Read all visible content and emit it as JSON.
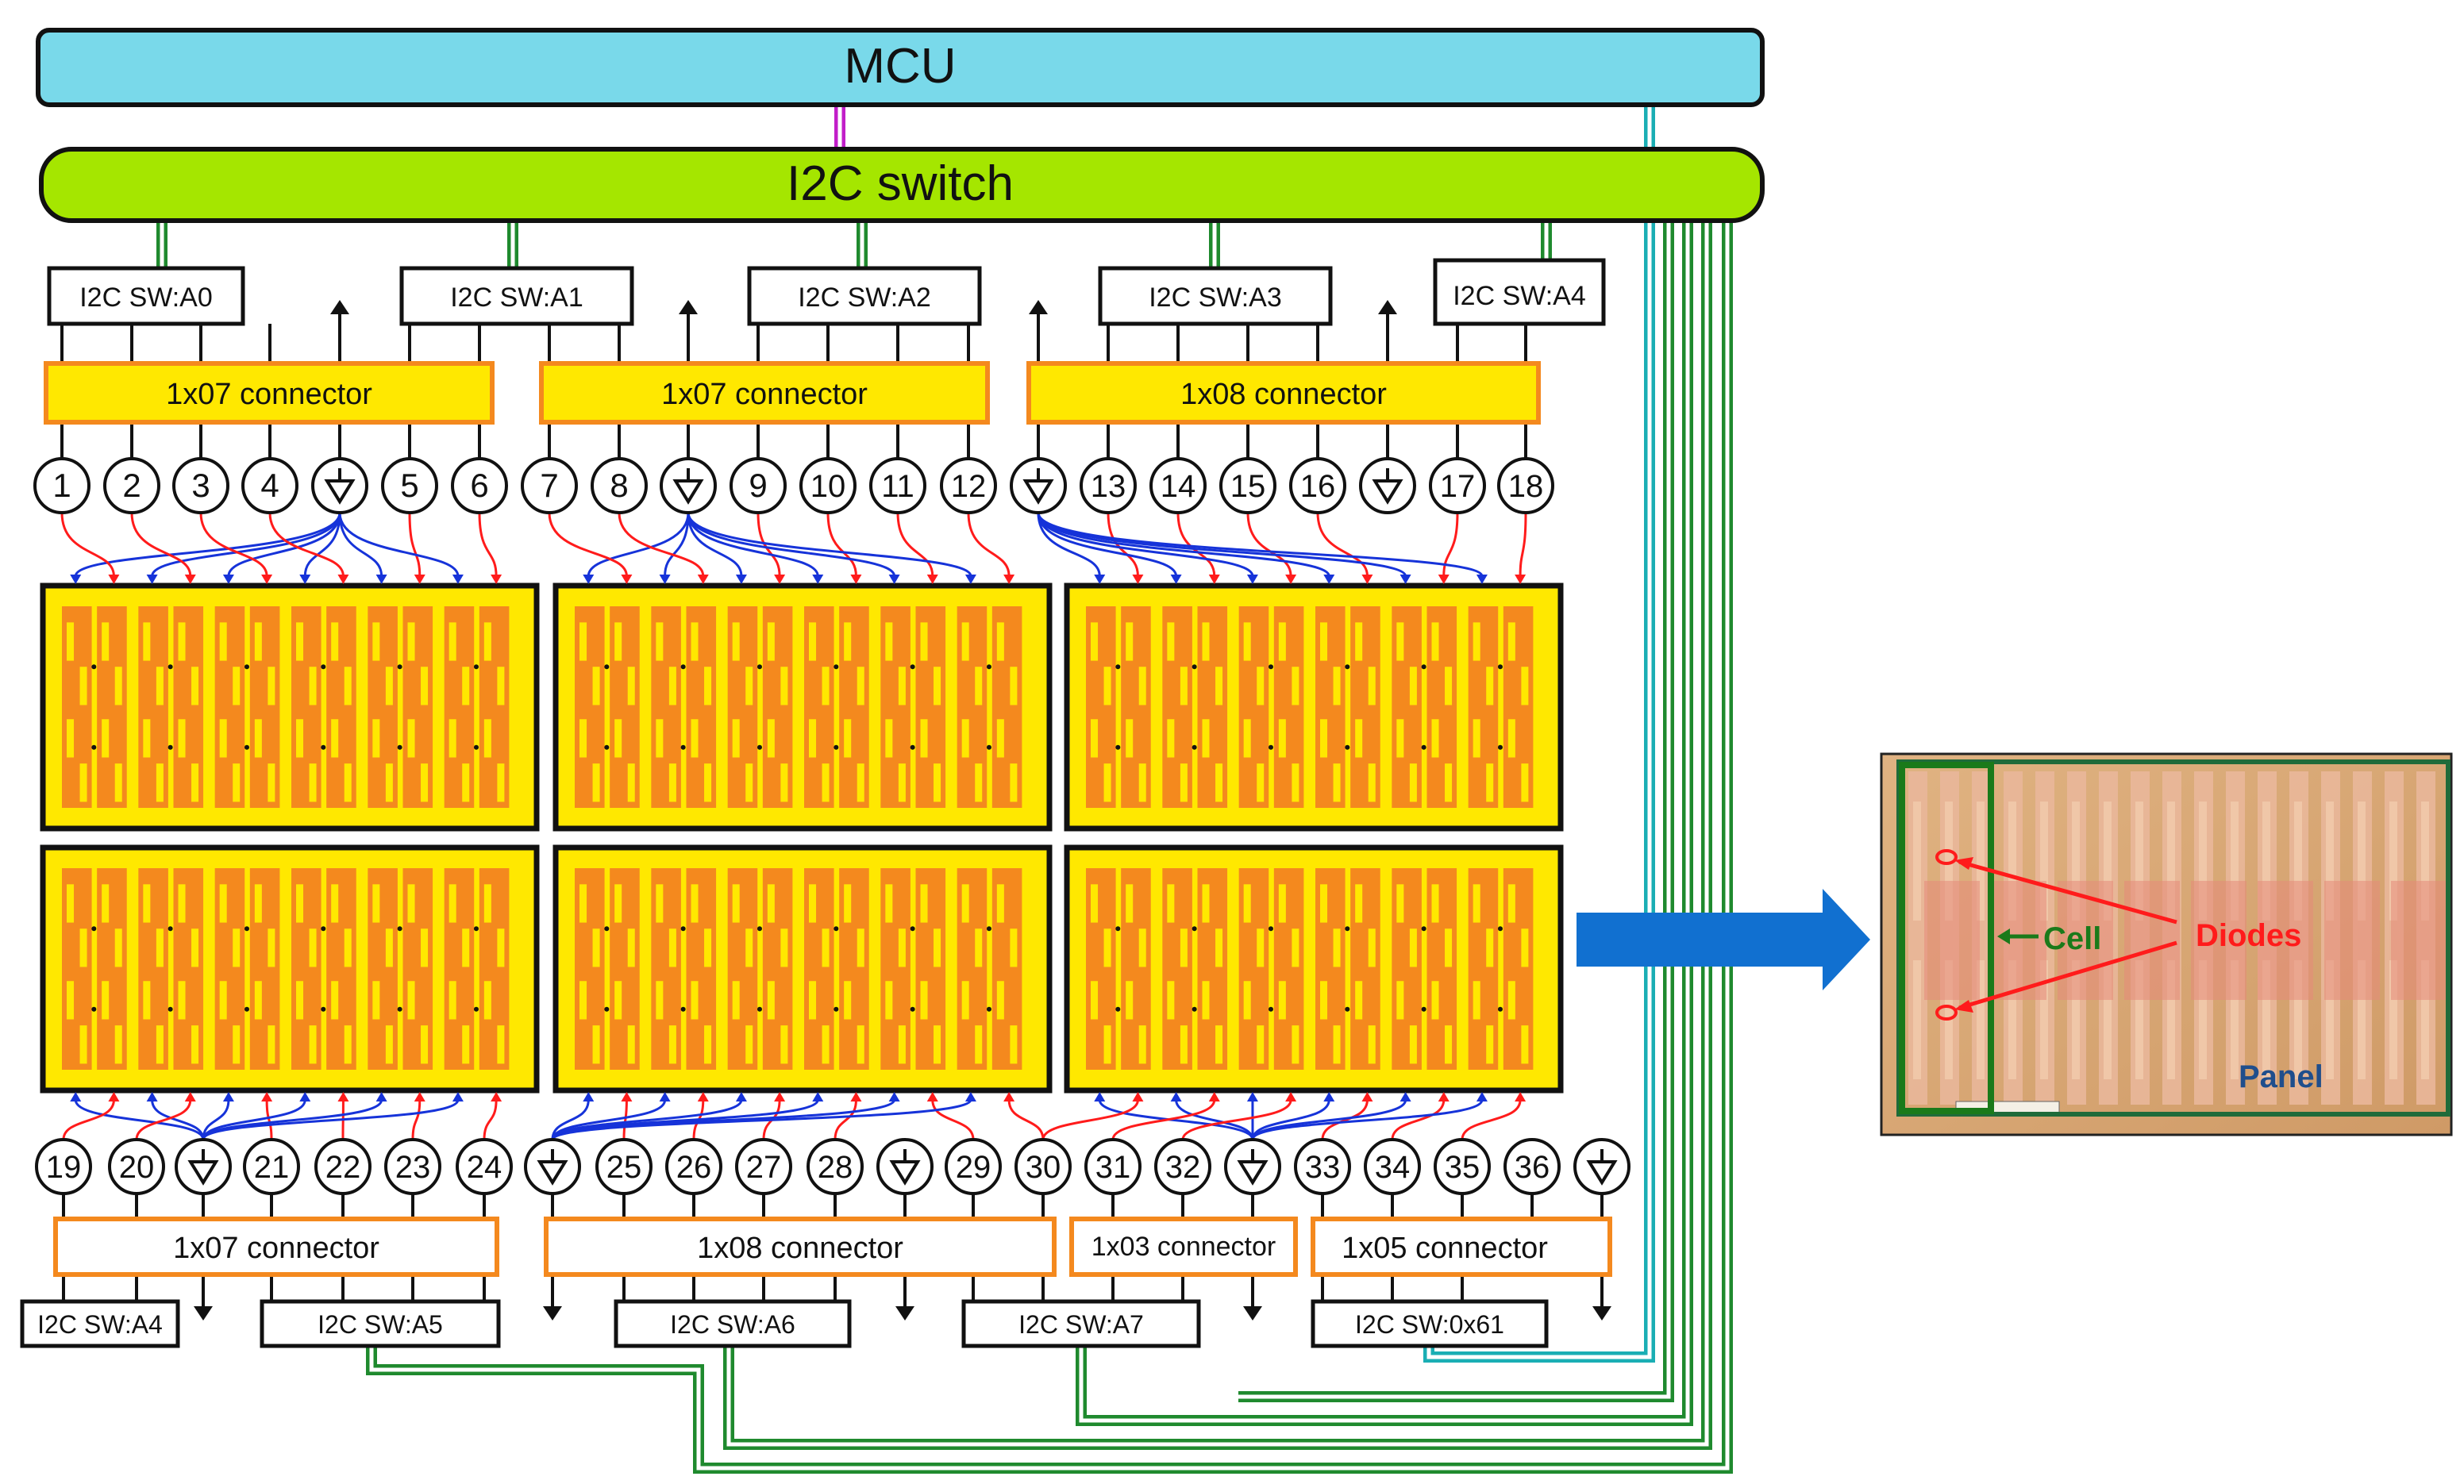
{
  "mcu": {
    "label": "MCU",
    "color": "#79d9ea"
  },
  "switch": {
    "label": "I2C switch",
    "color": "#a5e600"
  },
  "colors": {
    "connector_fill": "#ffe800",
    "connector_border": "#f4891e",
    "panel_fill": "#ffe800",
    "cell_fill": "#f4891e",
    "trace_red": "#ff1b1b",
    "trace_blue": "#1633d9",
    "bus_green": "#1f8a2e",
    "bus_teal": "#1aaeb4",
    "bus_magenta": "#c21ec9",
    "arrow_blue": "#1170d0"
  },
  "top": {
    "sw_boxes": [
      "I2C SW:A0",
      "I2C SW:A1",
      "I2C SW:A2",
      "I2C SW:A3",
      "I2C SW:A4"
    ],
    "connectors": [
      "1x07 connector",
      "1x07 connector",
      "1x08 connector"
    ],
    "pins": [
      "1",
      "2",
      "3",
      "4",
      "G",
      "5",
      "6",
      "7",
      "8",
      "G",
      "9",
      "10",
      "11",
      "12",
      "G",
      "13",
      "14",
      "15",
      "16",
      "G",
      "17",
      "18"
    ]
  },
  "bottom": {
    "sw_boxes": [
      "I2C SW:A4",
      "I2C SW:A5",
      "I2C SW:A6",
      "I2C SW:A7",
      "I2C SW:0x61"
    ],
    "connectors": [
      "1x07 connector",
      "1x08 connector",
      "1x03 connector",
      "1x05 connector"
    ],
    "pins": [
      "19",
      "20",
      "G",
      "21",
      "22",
      "23",
      "24",
      "G",
      "25",
      "26",
      "27",
      "28",
      "G",
      "29",
      "30",
      "31",
      "32",
      "G",
      "33",
      "34",
      "35",
      "36",
      "G"
    ]
  },
  "photo": {
    "cell_label": "Cell",
    "diodes_label": "Diodes",
    "panel_label": "Panel",
    "cell_color": "#1a7a1a",
    "diodes_color": "#ff1b1b",
    "panel_color": "#1f4e8c",
    "board_color": "#d9a978"
  }
}
